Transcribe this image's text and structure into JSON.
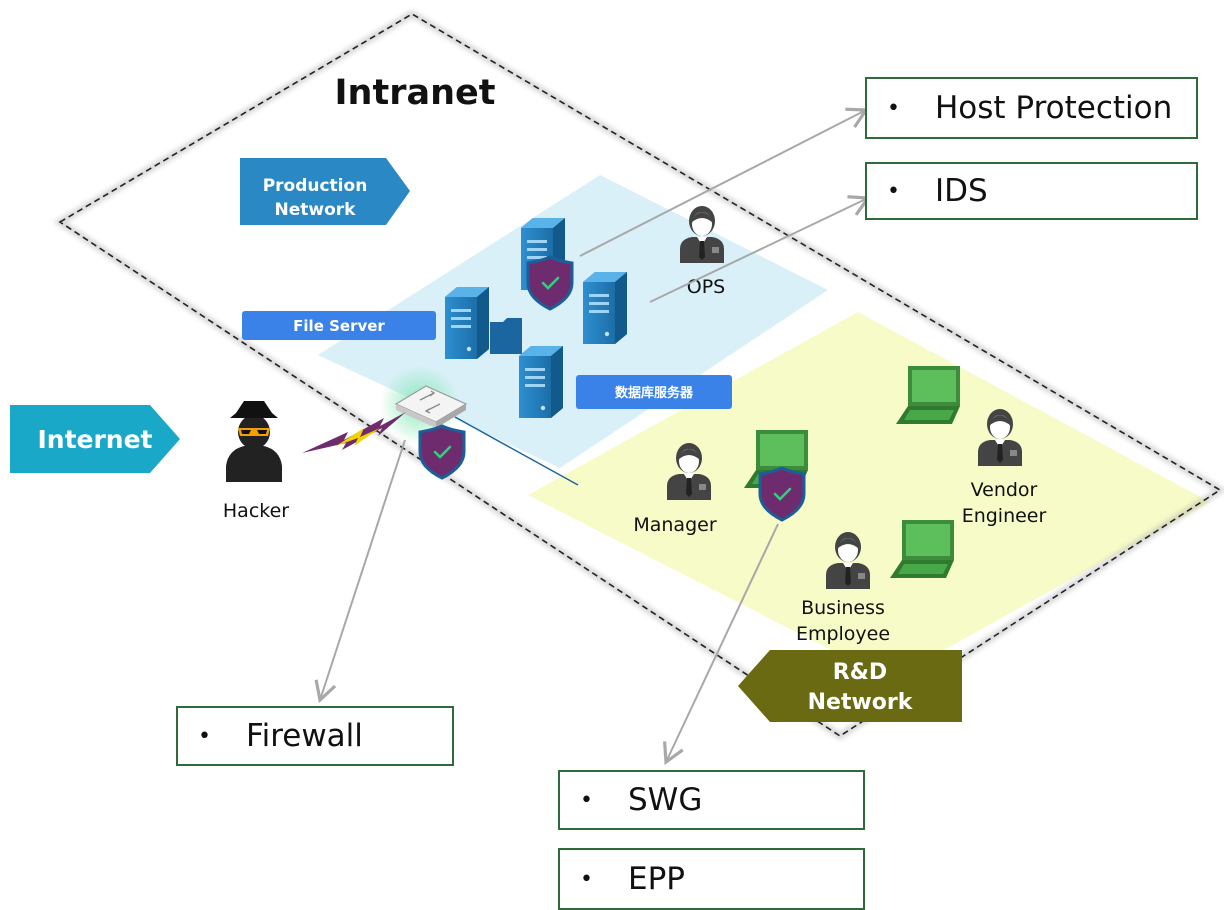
{
  "zones": {
    "intranet": "Intranet",
    "production": [
      "Production",
      "Network"
    ],
    "rnd": [
      "R&D",
      "Network"
    ],
    "internet": "Internet"
  },
  "servers": {
    "file_server": "File Server",
    "db_server": "数据库服务器"
  },
  "people": {
    "ops": "OPS",
    "hacker": "Hacker",
    "manager": "Manager",
    "vendor": [
      "Vendor",
      "Engineer"
    ],
    "business": [
      "Business",
      "Employee"
    ]
  },
  "callouts": {
    "bullet": "•",
    "host_protection": "Host Protection",
    "ids": "IDS",
    "firewall": "Firewall",
    "swg": "SWG",
    "epp": "EPP"
  },
  "colors": {
    "production_plane": "#d9f0f8",
    "rnd_plane": "#f7fbc8",
    "production_tag": "#2a88c4",
    "server_tag": "#3b82e8",
    "internet_tag": "#19a8c8",
    "rnd_tag": "#6a6a12",
    "shield": "#6e2b6e",
    "shield_border": "#1a5f9a",
    "callout_border": "#2f6b3a"
  }
}
